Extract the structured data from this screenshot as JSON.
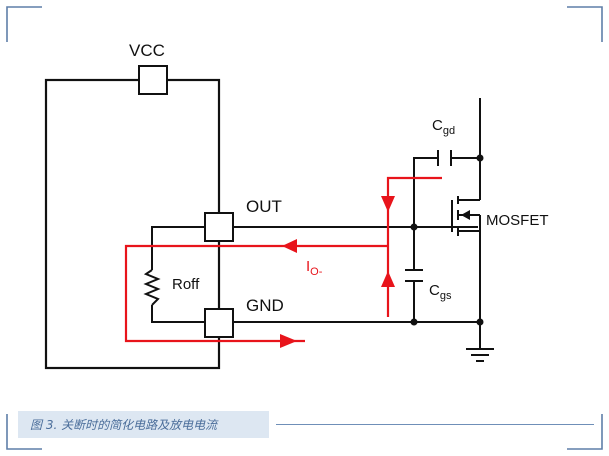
{
  "labels": {
    "vcc": "VCC",
    "out": "OUT",
    "gnd": "GND",
    "roff": "Roff",
    "cgd_main": "C",
    "cgd_sub": "gd",
    "cgs_main": "C",
    "cgs_sub": "gs",
    "mosfet": "MOSFET",
    "current_main": "I",
    "current_sub": "O-"
  },
  "caption": "图 3. 关断时的简化电路及放电电流",
  "colors": {
    "wire": "#111111",
    "current": "#e8141b",
    "frame": "#5f7fa8",
    "caption_bg": "#dde7f2",
    "caption_text": "#4a6d9a"
  }
}
